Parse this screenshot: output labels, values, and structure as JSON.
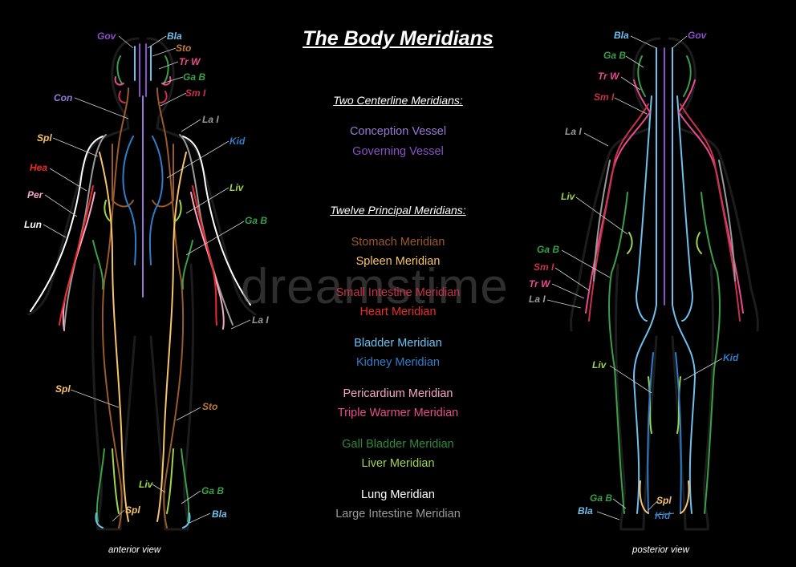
{
  "title": "The Body Meridians",
  "watermark": "dreamstime",
  "sections": {
    "centerline": "Two Centerline Meridians:",
    "principal": "Twelve Principal Meridians:"
  },
  "centerline_items": [
    {
      "text": "Conception Vessel",
      "color": "#9a79d6"
    },
    {
      "text": "Governing Vessel",
      "color": "#8a4fc9"
    }
  ],
  "principal_items": [
    {
      "text": "Stomach Meridian",
      "color": "#9b5a2c"
    },
    {
      "text": "Spleen Meridian",
      "color": "#f7c36b"
    },
    {
      "text": "Small Intestine Meridian",
      "color": "#c9314a"
    },
    {
      "text": "Heart Meridian",
      "color": "#ee2a2a"
    },
    {
      "text": "Bladder Meridian",
      "color": "#6ec0ef"
    },
    {
      "text": "Kidney Meridian",
      "color": "#2f7dc9"
    },
    {
      "text": "Pericardium Meridian",
      "color": "#f7a7c8"
    },
    {
      "text": "Triple Warmer Meridian",
      "color": "#ec4a8e"
    },
    {
      "text": "Gall Bladder Meridian",
      "color": "#2f8a3a"
    },
    {
      "text": "Liver Meridian",
      "color": "#9fd44a"
    },
    {
      "text": "Lung Meridian",
      "color": "#ffffff"
    },
    {
      "text": "Large Intestine Meridian",
      "color": "#9a9a9a"
    }
  ],
  "anterior": {
    "view_label": "anterior view",
    "labels": [
      {
        "text": "Gov",
        "color": "#8a4fc9"
      },
      {
        "text": "Bla",
        "color": "#6ec0ef"
      },
      {
        "text": "Sto",
        "color": "#c07a3c"
      },
      {
        "text": "Tr W",
        "color": "#ec4a8e"
      },
      {
        "text": "Ga B",
        "color": "#3aa048"
      },
      {
        "text": "Sm I",
        "color": "#c9314a"
      },
      {
        "text": "Con",
        "color": "#9a79d6"
      },
      {
        "text": "La I",
        "color": "#9a9a9a"
      },
      {
        "text": "Kid",
        "color": "#2f7dc9"
      },
      {
        "text": "Spl",
        "color": "#f7c36b"
      },
      {
        "text": "Hea",
        "color": "#ee2a2a"
      },
      {
        "text": "Per",
        "color": "#f7a7c8"
      },
      {
        "text": "Liv",
        "color": "#9fd44a"
      },
      {
        "text": "Ga B",
        "color": "#3aa048"
      },
      {
        "text": "Lun",
        "color": "#ffffff"
      },
      {
        "text": "La I",
        "color": "#9a9a9a"
      },
      {
        "text": "Spl",
        "color": "#f7c36b"
      },
      {
        "text": "Sto",
        "color": "#c07a3c"
      },
      {
        "text": "Liv",
        "color": "#9fd44a"
      },
      {
        "text": "Ga B",
        "color": "#3aa048"
      },
      {
        "text": "Spl",
        "color": "#f7c36b"
      },
      {
        "text": "Bla",
        "color": "#6ec0ef"
      }
    ]
  },
  "posterior": {
    "view_label": "posterior view",
    "labels": [
      {
        "text": "Bla",
        "color": "#6ec0ef"
      },
      {
        "text": "Gov",
        "color": "#8a4fc9"
      },
      {
        "text": "Ga B",
        "color": "#3aa048"
      },
      {
        "text": "Tr W",
        "color": "#ec4a8e"
      },
      {
        "text": "Sm I",
        "color": "#c9314a"
      },
      {
        "text": "La I",
        "color": "#9a9a9a"
      },
      {
        "text": "Liv",
        "color": "#9fd44a"
      },
      {
        "text": "Ga B",
        "color": "#3aa048"
      },
      {
        "text": "Sm I",
        "color": "#c9314a"
      },
      {
        "text": "Tr W",
        "color": "#ec4a8e"
      },
      {
        "text": "La I",
        "color": "#9a9a9a"
      },
      {
        "text": "Kid",
        "color": "#2f7dc9"
      },
      {
        "text": "Liv",
        "color": "#9fd44a"
      },
      {
        "text": "Ga B",
        "color": "#3aa048"
      },
      {
        "text": "Spl",
        "color": "#f7c36b"
      },
      {
        "text": "Bla",
        "color": "#6ec0ef"
      },
      {
        "text": "Kid",
        "color": "#2f7dc9"
      }
    ]
  }
}
